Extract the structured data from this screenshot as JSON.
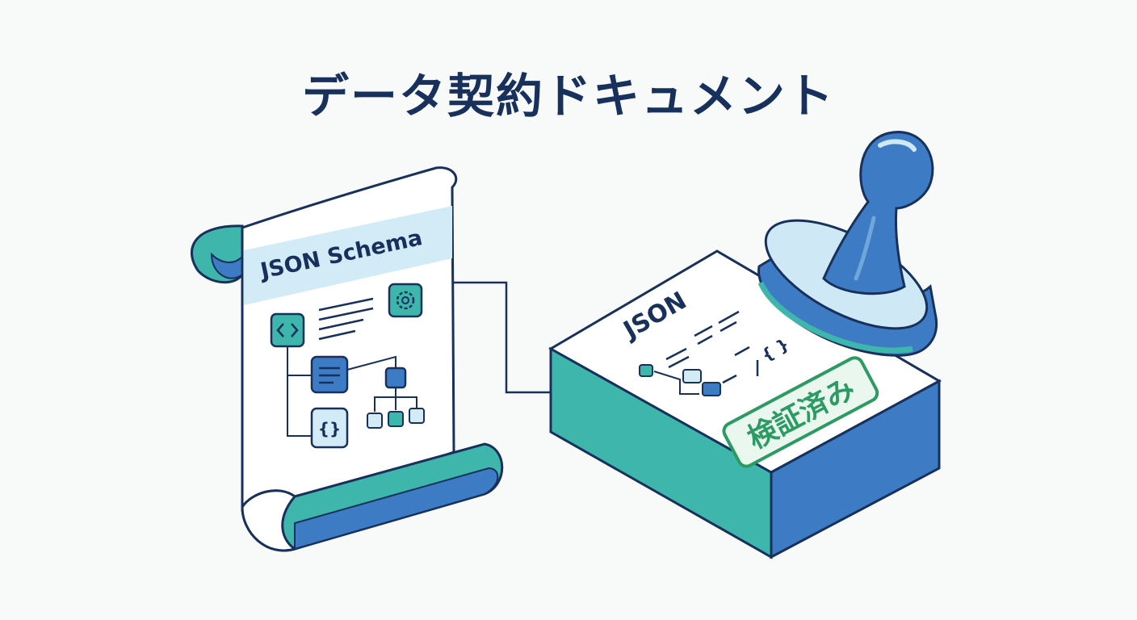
{
  "title": "データ契約ドキュメント",
  "scroll": {
    "header": "JSON Schema",
    "icons": [
      "code-icon",
      "gear-icon",
      "document-icon",
      "hierarchy-icon",
      "braces-icon"
    ]
  },
  "block": {
    "label": "JSON",
    "braces": "{ }",
    "stamp_text": "検証済み"
  },
  "colors": {
    "navy": "#18305c",
    "teal": "#3fb6ab",
    "blue": "#3d7cc4",
    "light_blue": "#cfe8f5",
    "green_stamp": "#2c9a63"
  }
}
